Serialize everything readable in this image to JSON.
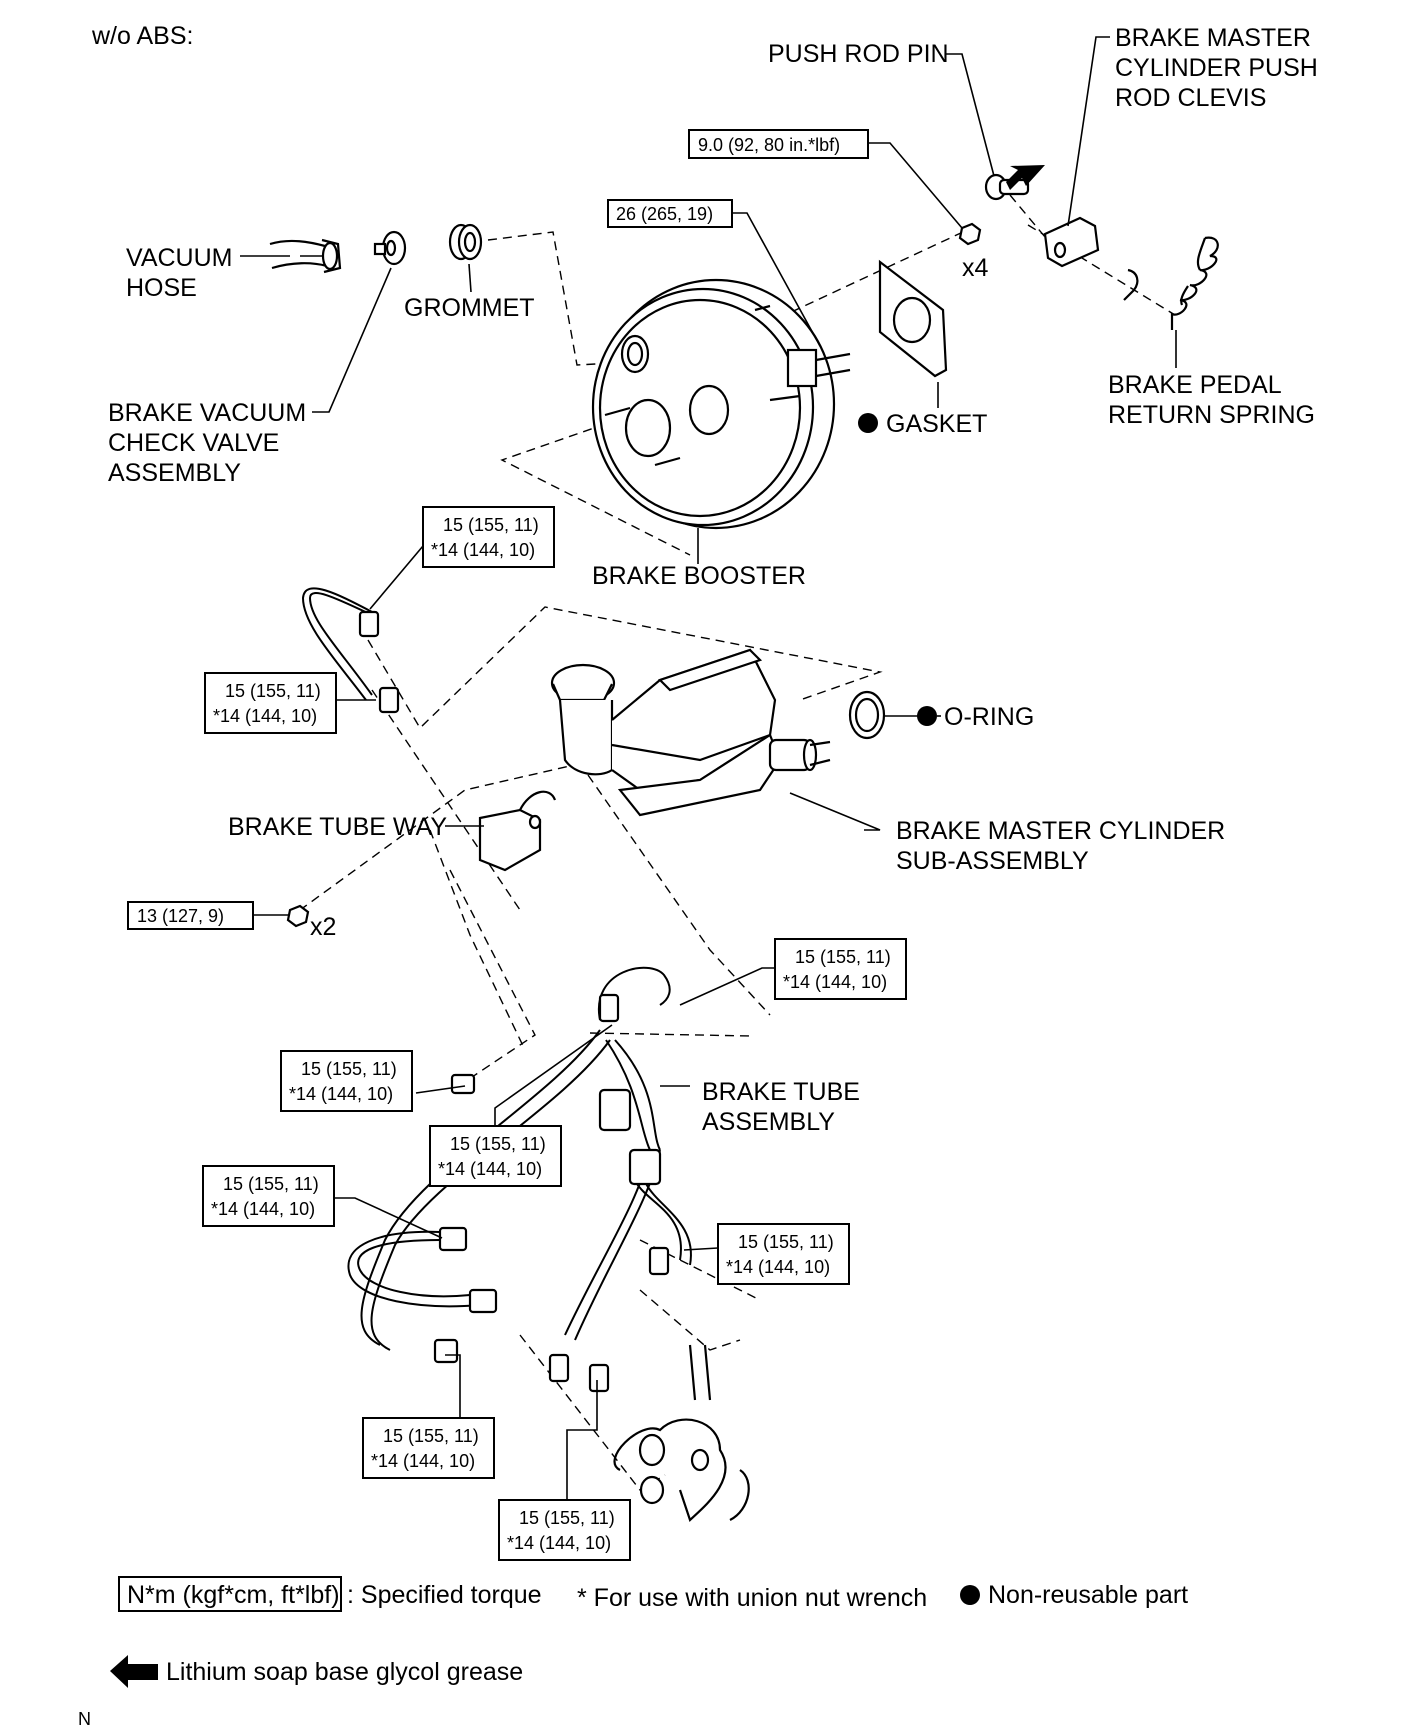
{
  "header": "w/o ABS:",
  "labels": {
    "push_rod_pin": "PUSH ROD PIN",
    "clevis_l1": "BRAKE MASTER",
    "clevis_l2": "CYLINDER PUSH",
    "clevis_l3": "ROD CLEVIS",
    "vacuum_hose_l1": "VACUUM",
    "vacuum_hose_l2": "HOSE",
    "grommet": "GROMMET",
    "x4": "x4",
    "gasket": "GASKET",
    "spring_l1": "BRAKE PEDAL",
    "spring_l2": "RETURN SPRING",
    "check_valve_l1": "BRAKE VACUUM",
    "check_valve_l2": "CHECK VALVE",
    "check_valve_l3": "ASSEMBLY",
    "brake_booster": "BRAKE BOOSTER",
    "o_ring": "O-RING",
    "brake_tube_way": "BRAKE TUBE WAY",
    "master_cyl_l1": "BRAKE MASTER CYLINDER",
    "master_cyl_l2": "SUB-ASSEMBLY",
    "x2": "x2",
    "tube_assy_l1": "BRAKE TUBE",
    "tube_assy_l2": "ASSEMBLY",
    "corner_mark": "N"
  },
  "torque": {
    "clevis_nut": "9.0 (92, 80 in.*lbf)",
    "booster_stud": "26 (265, 19)",
    "way_nut": "13 (127, 9)",
    "std_line1": "15 (155, 11)",
    "std_line2": "*14 (144, 10)"
  },
  "legend": {
    "torque_box": "N*m (kgf*cm, ft*lbf)",
    "torque_desc": ": Specified torque",
    "union_note": "* For use with union nut wrench",
    "non_reusable": "Non-reusable part",
    "grease": "Lithium soap base glycol grease"
  }
}
